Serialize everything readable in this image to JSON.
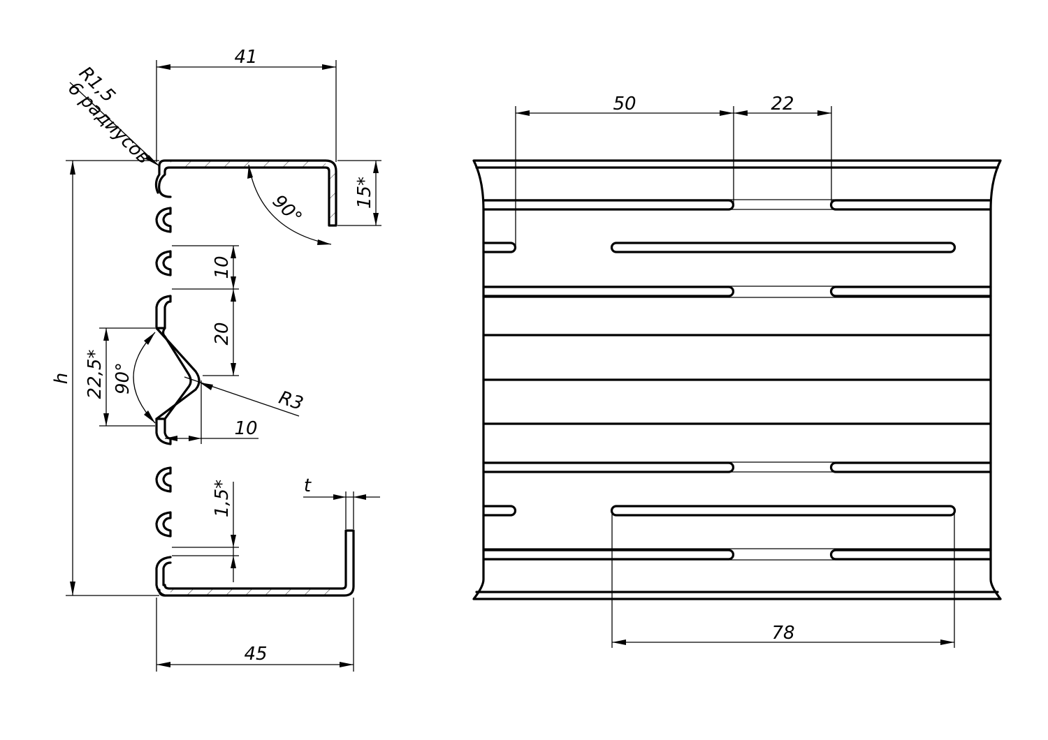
{
  "drawing": {
    "section_view": {
      "dim_top_width": "41",
      "dim_bottom_width": "45",
      "dim_height": "h",
      "dim_lip": "15*",
      "dim_angle_top": "90°",
      "dim_slot_gap": "10",
      "dim_slot_pitch": "20",
      "dim_v_height": "22,5*",
      "dim_v_angle": "90°",
      "dim_v_radius": "R3",
      "dim_v_depth": "10",
      "dim_bead": "1,5*",
      "dim_thickness": "t",
      "radius_note_line1": "R1,5",
      "radius_note_line2": "6 радиусов"
    },
    "side_view": {
      "dim_slot_length": "50",
      "dim_slot_spacing": "22",
      "dim_long_slot": "78"
    }
  }
}
